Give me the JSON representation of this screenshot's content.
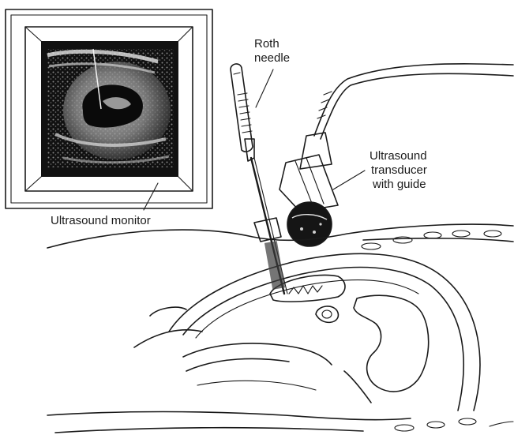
{
  "labels": {
    "needle_line1": "Roth",
    "needle_line2": "needle",
    "transducer_line1": "Ultrasound",
    "transducer_line2": "transducer",
    "transducer_line3": "with guide",
    "monitor": "Ultrasound monitor"
  },
  "colors": {
    "ink": "#1a1a1a",
    "screen": "#111111",
    "paper": "#ffffff"
  }
}
